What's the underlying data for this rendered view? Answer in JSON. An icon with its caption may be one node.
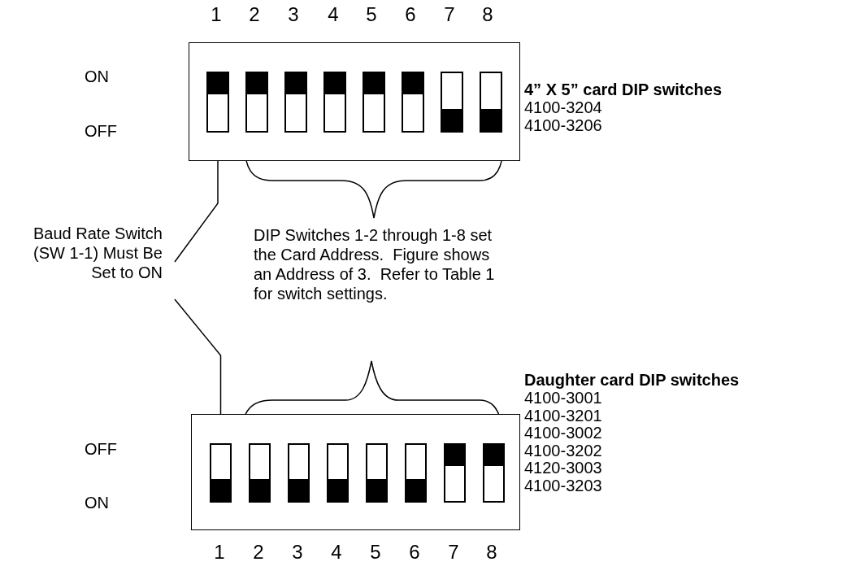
{
  "diagram": {
    "nodes": [
      {
        "text": [],
        "shape": "box"
      },
      {
        "text": [],
        "shape": "box",
        "in": 0
      },
      {
        "text": [],
        "shape": "box",
        "in": 0
      },
      {
        "text": [],
        "shape": "box",
        "in": 0
      },
      {
        "text": [],
        "shape": "box",
        "in": 0
      },
      {
        "text": [],
        "shape": "box",
        "in": 0
      },
      {
        "text": [],
        "shape": "box",
        "in": 0
      },
      {
        "text": [],
        "shape": "box",
        "in": 0
      },
      {
        "text": [],
        "shape": "box",
        "in": 0
      },
      {
        "text": [
          "Baud Rate Switch (SW 1-1) Must Be Set to ON"
        ]
      },
      {
        "text": [],
        "shape": "box"
      },
      {
        "text": [],
        "shape": "box",
        "in": 10
      },
      {
        "text": [],
        "shape": "box",
        "in": 10
      },
      {
        "text": [],
        "shape": "box",
        "in": 10
      },
      {
        "text": [],
        "shape": "box",
        "in": 10
      },
      {
        "text": [],
        "shape": "box",
        "in": 10
      },
      {
        "text": [],
        "shape": "box",
        "in": 10
      },
      {
        "text": [],
        "shape": "box",
        "in": 10
      },
      {
        "text": [],
        "shape": "box",
        "in": 10
      }
    ],
    "edges": [
      {
        "from": 9,
        "to": 1,
        "arrow": "none"
      },
      {
        "from": 9,
        "to": 11,
        "arrow": "none"
      }
    ],
    "labels": [
      "1",
      "2",
      "3",
      "4",
      "5",
      "6",
      "7",
      "8",
      "ON",
      "OFF",
      "4” X 5” card DIP switches",
      "4100-3204",
      "4100-3206",
      "DIP Switches 1-2 through 1-8 set the Card Address.  Figure shows an Address of 3.  Refer to Table 1 for switch settings.",
      "OFF",
      "ON",
      "Daughter card DIP switches",
      "4100-3001",
      "4100-3201",
      "4100-3002",
      "4100-3202",
      "4120-3003",
      "4100-3203",
      "1",
      "2",
      "3",
      "4",
      "5",
      "6",
      "7",
      "8"
    ]
  }
}
